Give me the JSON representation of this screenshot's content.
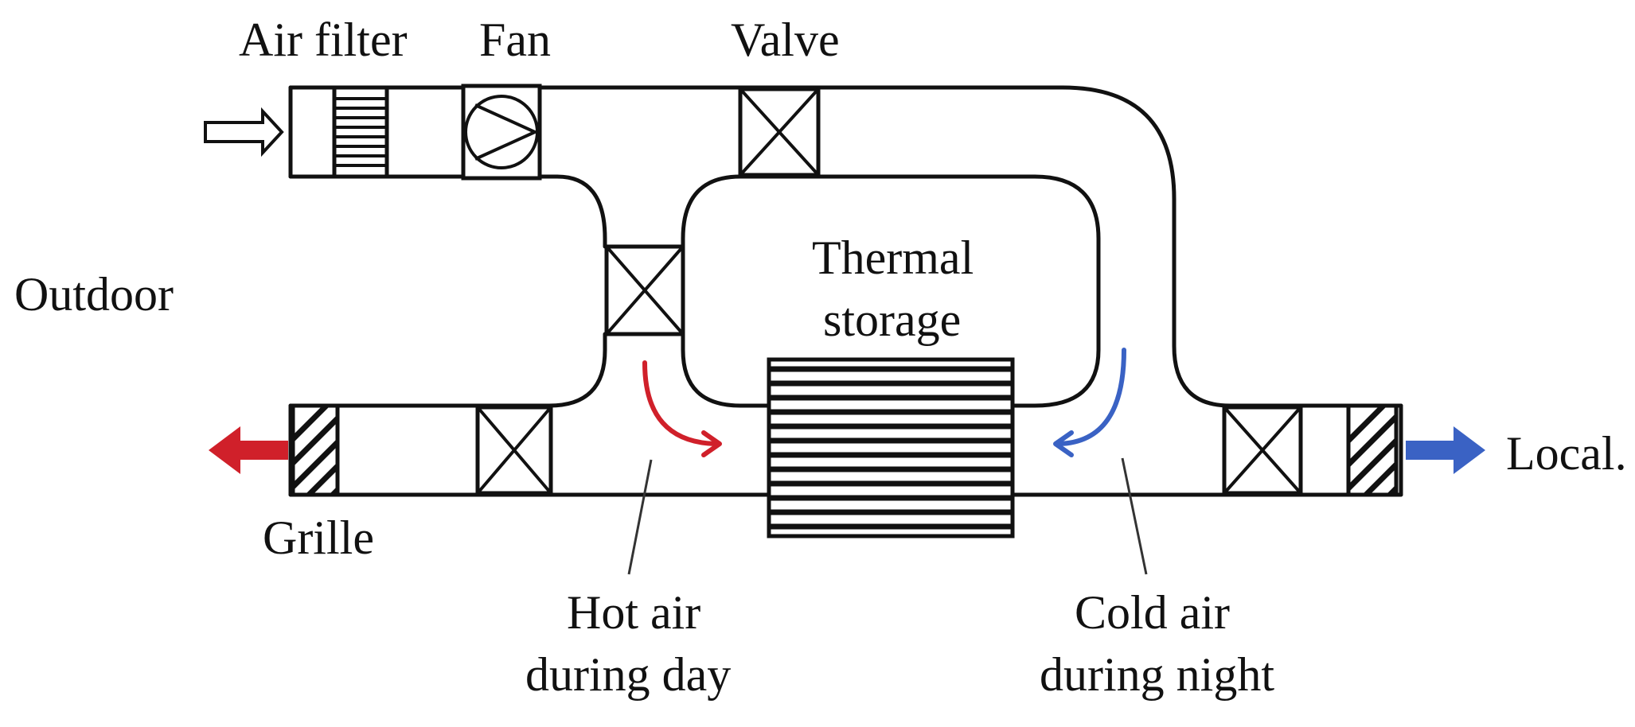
{
  "labels": {
    "air_filter": "Air filter",
    "fan": "Fan",
    "valve": "Valve",
    "outdoor": "Outdoor",
    "thermal_storage_line1": "Thermal",
    "thermal_storage_line2": "storage",
    "grille": "Grille",
    "local": "Local.",
    "hot_air_line1": "Hot air",
    "hot_air_line2": "during day",
    "cold_air_line1": "Cold air",
    "cold_air_line2": "during night"
  },
  "colors": {
    "hot_air": "#d0202a",
    "cold_air": "#3a62c4",
    "outline": "#111111",
    "background": "#ffffff"
  },
  "icons": {
    "inlet": "hollow-arrow-right-icon",
    "exhaust_outdoor": "red-arrow-left-icon",
    "supply_local": "blue-arrow-right-icon"
  }
}
